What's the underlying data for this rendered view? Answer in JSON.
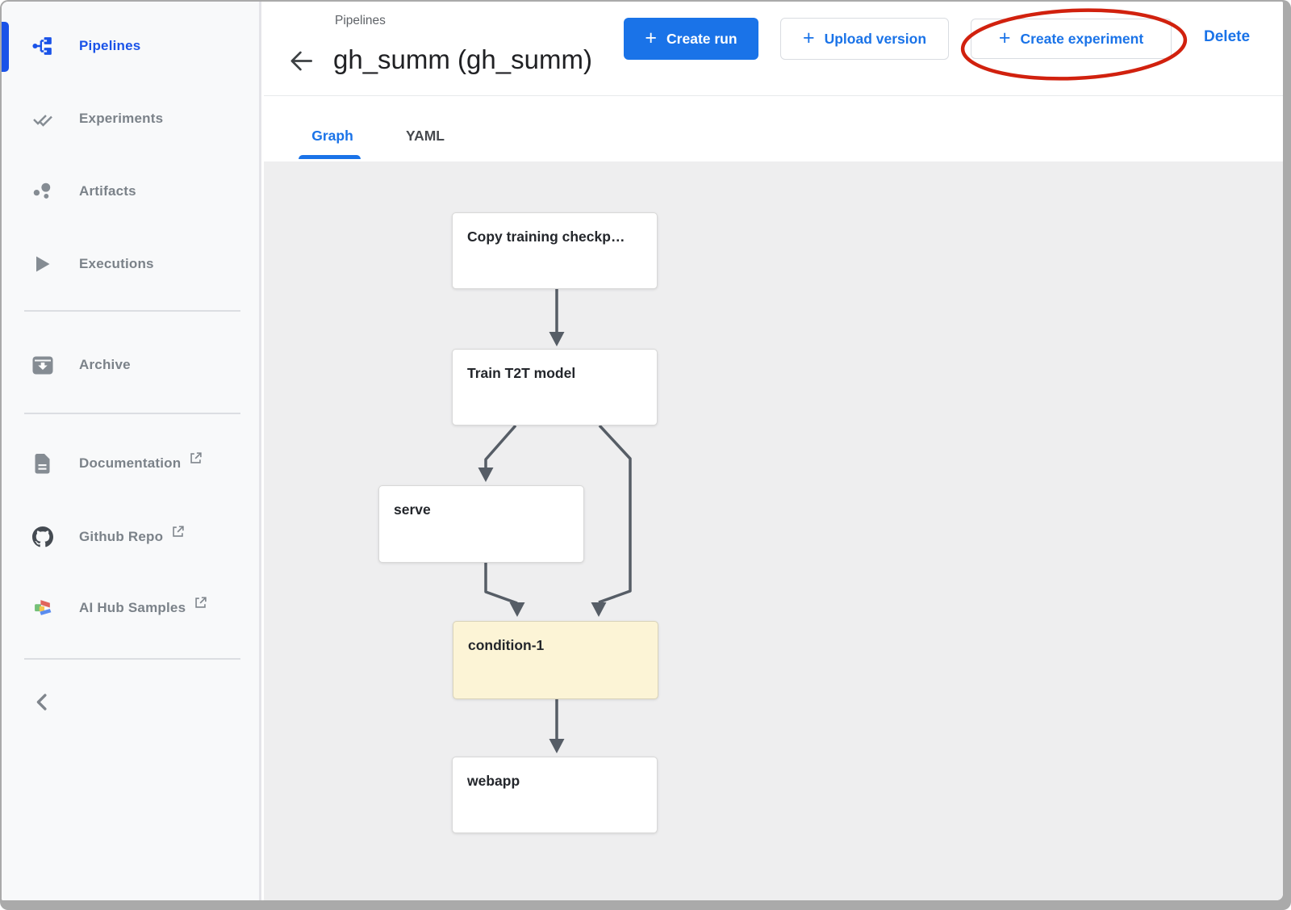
{
  "sidebar": {
    "items": [
      {
        "label": "Pipelines"
      },
      {
        "label": "Experiments"
      },
      {
        "label": "Artifacts"
      },
      {
        "label": "Executions"
      },
      {
        "label": "Archive"
      },
      {
        "label": "Documentation"
      },
      {
        "label": "Github Repo"
      },
      {
        "label": "AI Hub Samples"
      }
    ]
  },
  "header": {
    "breadcrumb": "Pipelines",
    "title": "gh_summ (gh_summ)",
    "plus": "+",
    "create_run": "Create run",
    "upload_version": "Upload version",
    "create_experiment": "Create experiment",
    "delete": "Delete"
  },
  "tabs": {
    "graph": "Graph",
    "yaml": "YAML"
  },
  "graph": {
    "nodes": [
      {
        "label": "Copy training checkp…"
      },
      {
        "label": "Train T2T model"
      },
      {
        "label": "serve"
      },
      {
        "label": "condition-1"
      },
      {
        "label": "webapp"
      }
    ]
  },
  "colors": {
    "accent_blue": "#1a73e8",
    "sidebar_active_blue": "#1a53e8",
    "annotation_red": "#d1210e",
    "condition_node_fill": "#fcf4d6",
    "graph_background": "#eeeeef",
    "arrow": "#565d66"
  }
}
